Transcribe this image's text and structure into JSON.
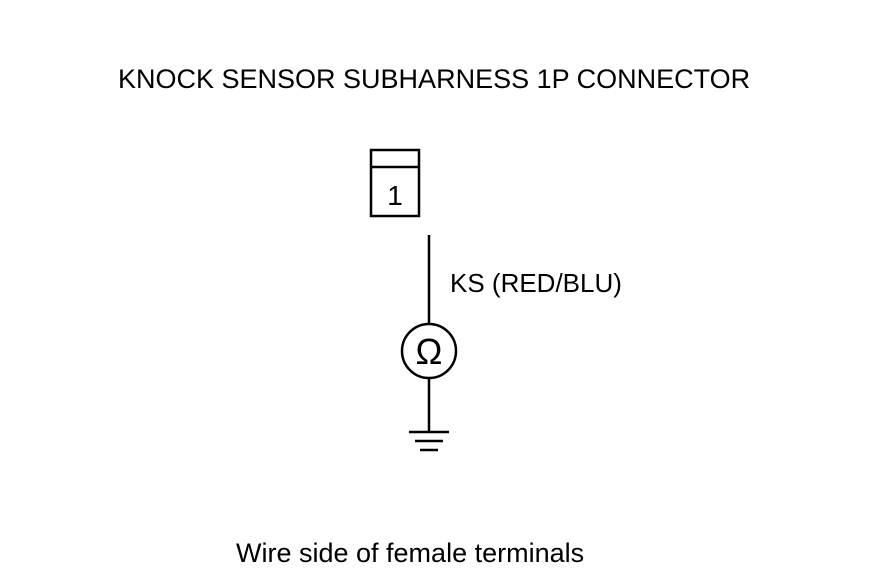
{
  "diagram": {
    "title": "KNOCK SENSOR SUBHARNESS 1P CONNECTOR",
    "connector": {
      "terminal_number": "1"
    },
    "wire_label": "KS (RED/BLU)",
    "meter_symbol": "Ω",
    "caption": "Wire side of female terminals"
  }
}
